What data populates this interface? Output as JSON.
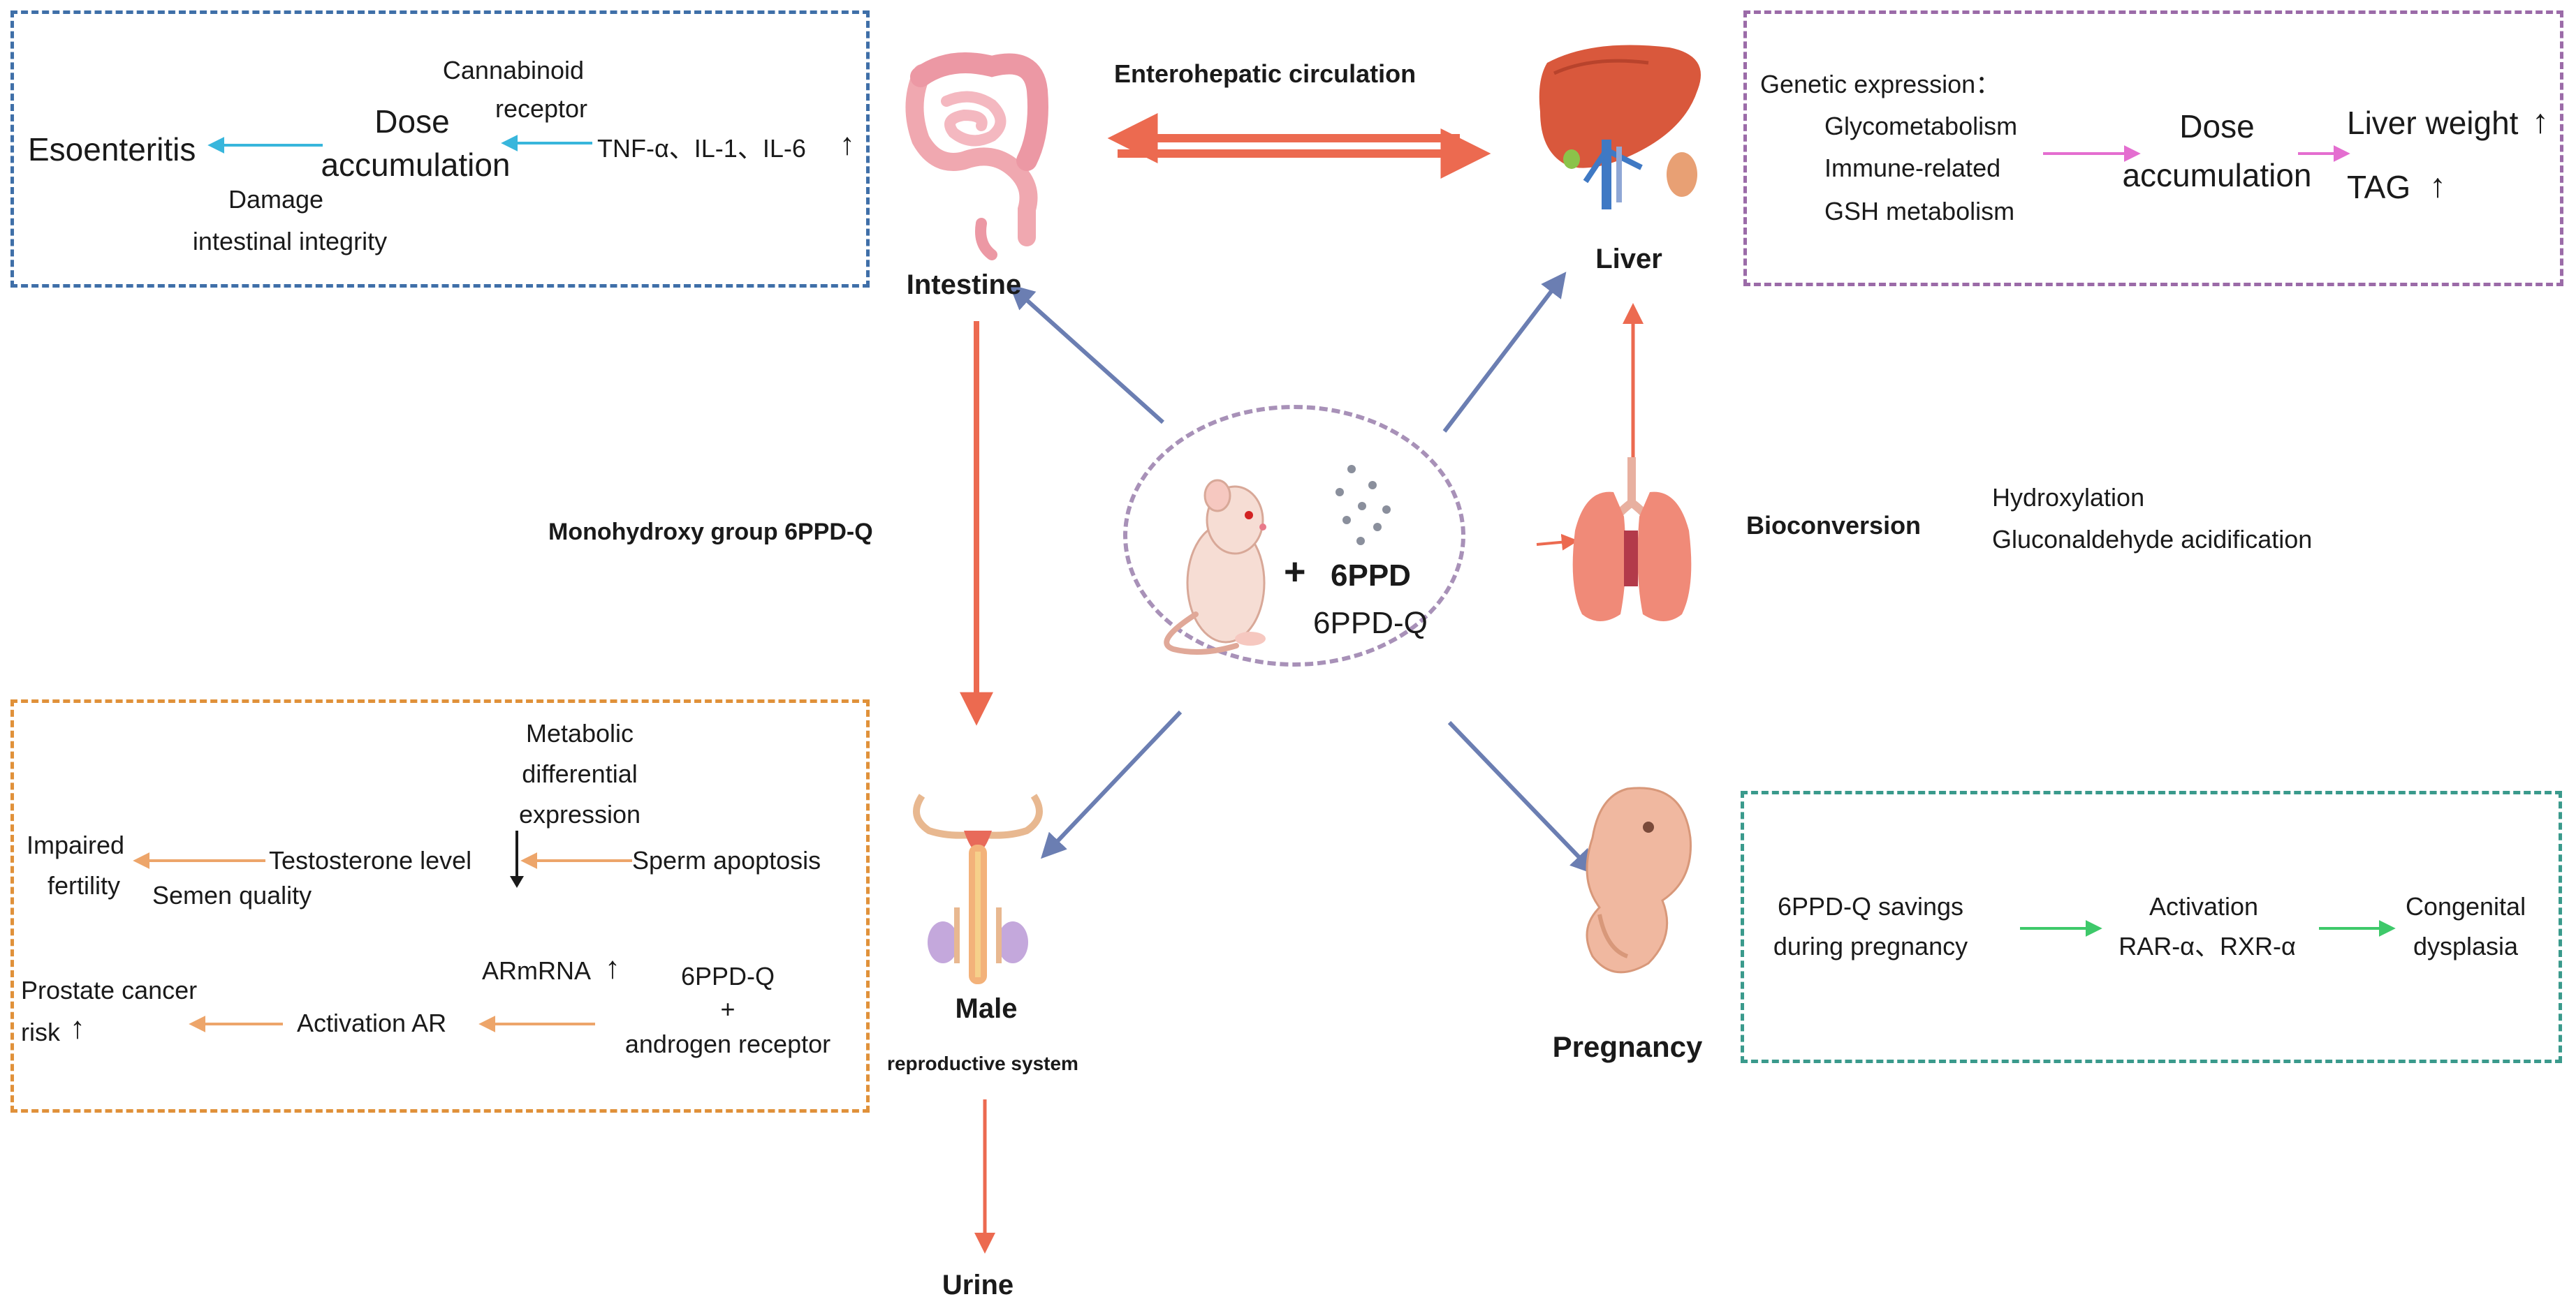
{
  "center": {
    "plus": "+",
    "compound1": "6PPD",
    "compound2": "6PPD-Q"
  },
  "organs": {
    "intestine": "Intestine",
    "liver": "Liver",
    "male_line1": "Male",
    "male_line2": "reproductive system",
    "pregnancy": "Pregnancy",
    "urine": "Urine"
  },
  "pathways": {
    "enterohepatic": "Enterohepatic circulation",
    "monohydroxy": "Monohydroxy group 6PPD-Q",
    "bioconversion": "Bioconversion"
  },
  "bioconversion_items": [
    "Hydroxylation",
    "Gluconaldehyde acidification"
  ],
  "intestine_box": {
    "outcome": "Esoenteritis",
    "dose": "Dose",
    "accumulation": "accumulation",
    "cannabinoid": "Cannabinoid",
    "receptor": "receptor",
    "cytokines": "TNF-α、IL-1、IL-6",
    "damage": "Damage",
    "integrity": "intestinal integrity",
    "up_arrow": "↑"
  },
  "liver_box": {
    "heading": "Genetic expression：",
    "genes": [
      "Glycometabolism",
      "Immune-related",
      "GSH metabolism"
    ],
    "dose": "Dose",
    "accumulation": "accumulation",
    "weight": "Liver weight",
    "tag": "TAG",
    "up_arrow": "↑"
  },
  "male_box": {
    "metabolic": [
      "Metabolic",
      "differential",
      "expression"
    ],
    "impaired": "Impaired",
    "fertility": "fertility",
    "testosterone": "Testosterone level",
    "sperm": "Sperm apoptosis",
    "semen": "Semen quality",
    "armrna": "ARmRNA",
    "compound": "6PPD-Q",
    "plus": "+",
    "androgen": "androgen receptor",
    "prostate": "Prostate cancer",
    "risk": "risk",
    "activation": "Activation AR",
    "up_arrow": "↑",
    "down_arrow": "↓"
  },
  "pregnancy_box": {
    "savings1": "6PPD-Q savings",
    "savings2": "during pregnancy",
    "activation": "Activation",
    "receptors": "RAR-α、RXR-α",
    "outcome1": "Congenital",
    "outcome2": "dysplasia"
  },
  "colors": {
    "blue_box": "#3f6fa8",
    "purple_box": "#9b6ba8",
    "orange_box": "#e0913a",
    "teal_box": "#3a9a8c",
    "center_circle": "#a891b8",
    "blue_arrow": "#6b7eb2",
    "red_arrow": "#ec6a50",
    "cyan_arrow": "#38b6dc",
    "pink_arrow": "#e46ed0",
    "orange_arrow": "#eda56a",
    "green_arrow": "#3ec96a"
  }
}
